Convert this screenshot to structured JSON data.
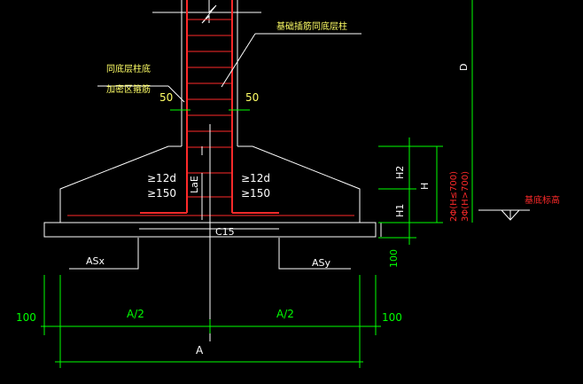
{
  "labels": {
    "column_rebar_note": "基础插筋同底层柱",
    "ground_floor_note_1": "同底层柱底",
    "ground_floor_note_2": "加密区箍筋",
    "cover_left": "50",
    "cover_right": "50",
    "anchor_left_1": "≥12d",
    "anchor_left_2": "≥150",
    "anchor_right_1": "≥12d",
    "anchor_right_2": "≥150",
    "anchorage_length": "LaE",
    "cushion_grade": "C15",
    "rebar_x": "ASx",
    "rebar_y": "ASy",
    "cushion_thickness": "100",
    "offset_left": "100",
    "offset_right": "100",
    "half_width_left": "A/2",
    "half_width_right": "A/2",
    "total_width": "A",
    "depth": "D",
    "height_upper": "H2",
    "height_lower": "H1",
    "height_total": "H",
    "stirrup_rule_1": "2Φ(H≤700)",
    "stirrup_rule_2": "3Φ(H>700)",
    "foundation_base": "基底标高"
  },
  "colors": {
    "background": "#000000",
    "outline": "#ffffff",
    "rebar": "#ff2a2a",
    "dimension": "#00ff00",
    "note_text": "#ffff66"
  }
}
